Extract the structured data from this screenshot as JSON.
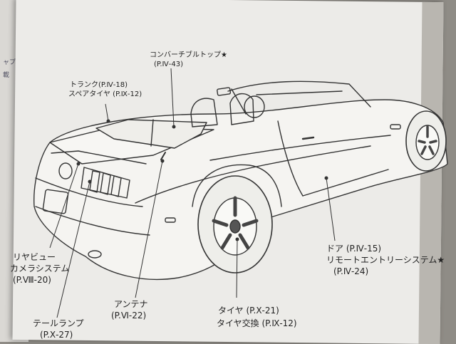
{
  "callouts": {
    "convertible_top": {
      "name": "コンバーチブルトップ★",
      "page": "(P.Ⅳ-43)"
    },
    "trunk": {
      "name": "トランク(P.Ⅳ-18)",
      "spare": "スペアタイヤ (P.Ⅸ-12)"
    },
    "rear_view_camera": {
      "line1": "リヤビュー",
      "line2": "カメラシステム",
      "page": "(P.Ⅷ-20)"
    },
    "antenna": {
      "name": "アンテナ",
      "page": "(P.Ⅵ-22)"
    },
    "tire": {
      "name": "タイヤ (P.Ⅹ-21)",
      "change": "タイヤ交換 (P.Ⅸ-12)"
    },
    "tail_lamp": {
      "name": "テールランプ",
      "page": "(P.Ⅹ-27)"
    },
    "door": {
      "name": "ドア (P.Ⅳ-15)",
      "remote": "リモートエントリーシステム★",
      "page": "(P.Ⅳ-24)"
    }
  },
  "left_page_fragments": [
    "ャプ",
    "載"
  ]
}
